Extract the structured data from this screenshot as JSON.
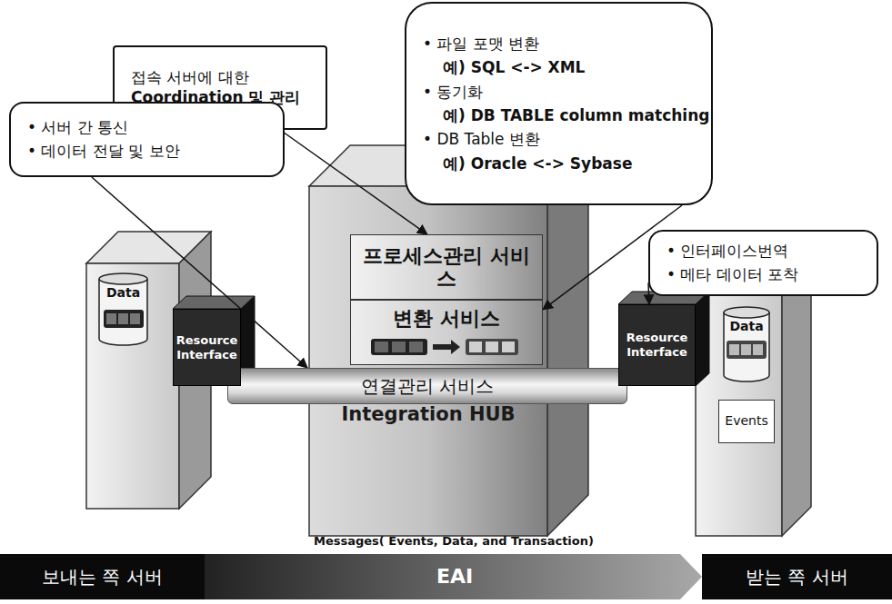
{
  "diagram": {
    "nodes": [
      {
        "text": [
          "접속 서버에 대한",
          "Coordination 및 관리"
        ]
      },
      {
        "text": [
          "• 파일 포맷 변환",
          "예) SQL <-> XML",
          "• 동기화",
          "예) DB TABLE column matching",
          "• DB Table 변환",
          "예) Oracle <-> Sybase"
        ]
      },
      {
        "text": [
          "• 서버 간 통신",
          "• 데이터 전달 및 보안"
        ]
      },
      {
        "text": [
          "• 인터페이스번역",
          "• 메타 데이터 포착"
        ]
      },
      {
        "text": [
          "Integration HUB"
        ]
      },
      {
        "text": [
          "프로세스관리 서비스"
        ],
        "in": 4
      },
      {
        "text": [
          "변환 서비스"
        ],
        "in": 4
      },
      {
        "text": [
          "연결관리 서비스"
        ]
      },
      {
        "text": [
          "Data"
        ]
      },
      {
        "text": [
          "Resource Interface"
        ]
      },
      {
        "text": [
          "Resource Interface"
        ]
      },
      {
        "text": [
          "Data"
        ]
      },
      {
        "text": [
          "Events"
        ]
      },
      {
        "text": [
          "보내는 쪽 서버"
        ]
      },
      {
        "text": [
          "EAI"
        ]
      },
      {
        "text": [
          "받는 쪽 서버"
        ]
      }
    ],
    "edges": [
      {
        "from": 0,
        "to": 5,
        "arrow": "to"
      },
      {
        "from": 1,
        "to": 6,
        "arrow": "to"
      },
      {
        "from": 2,
        "to": 7,
        "arrow": "to"
      },
      {
        "from": 3,
        "to": 10,
        "arrow": "to"
      }
    ],
    "labels": [
      "Messages( Events, Data, and Transaction)"
    ]
  }
}
